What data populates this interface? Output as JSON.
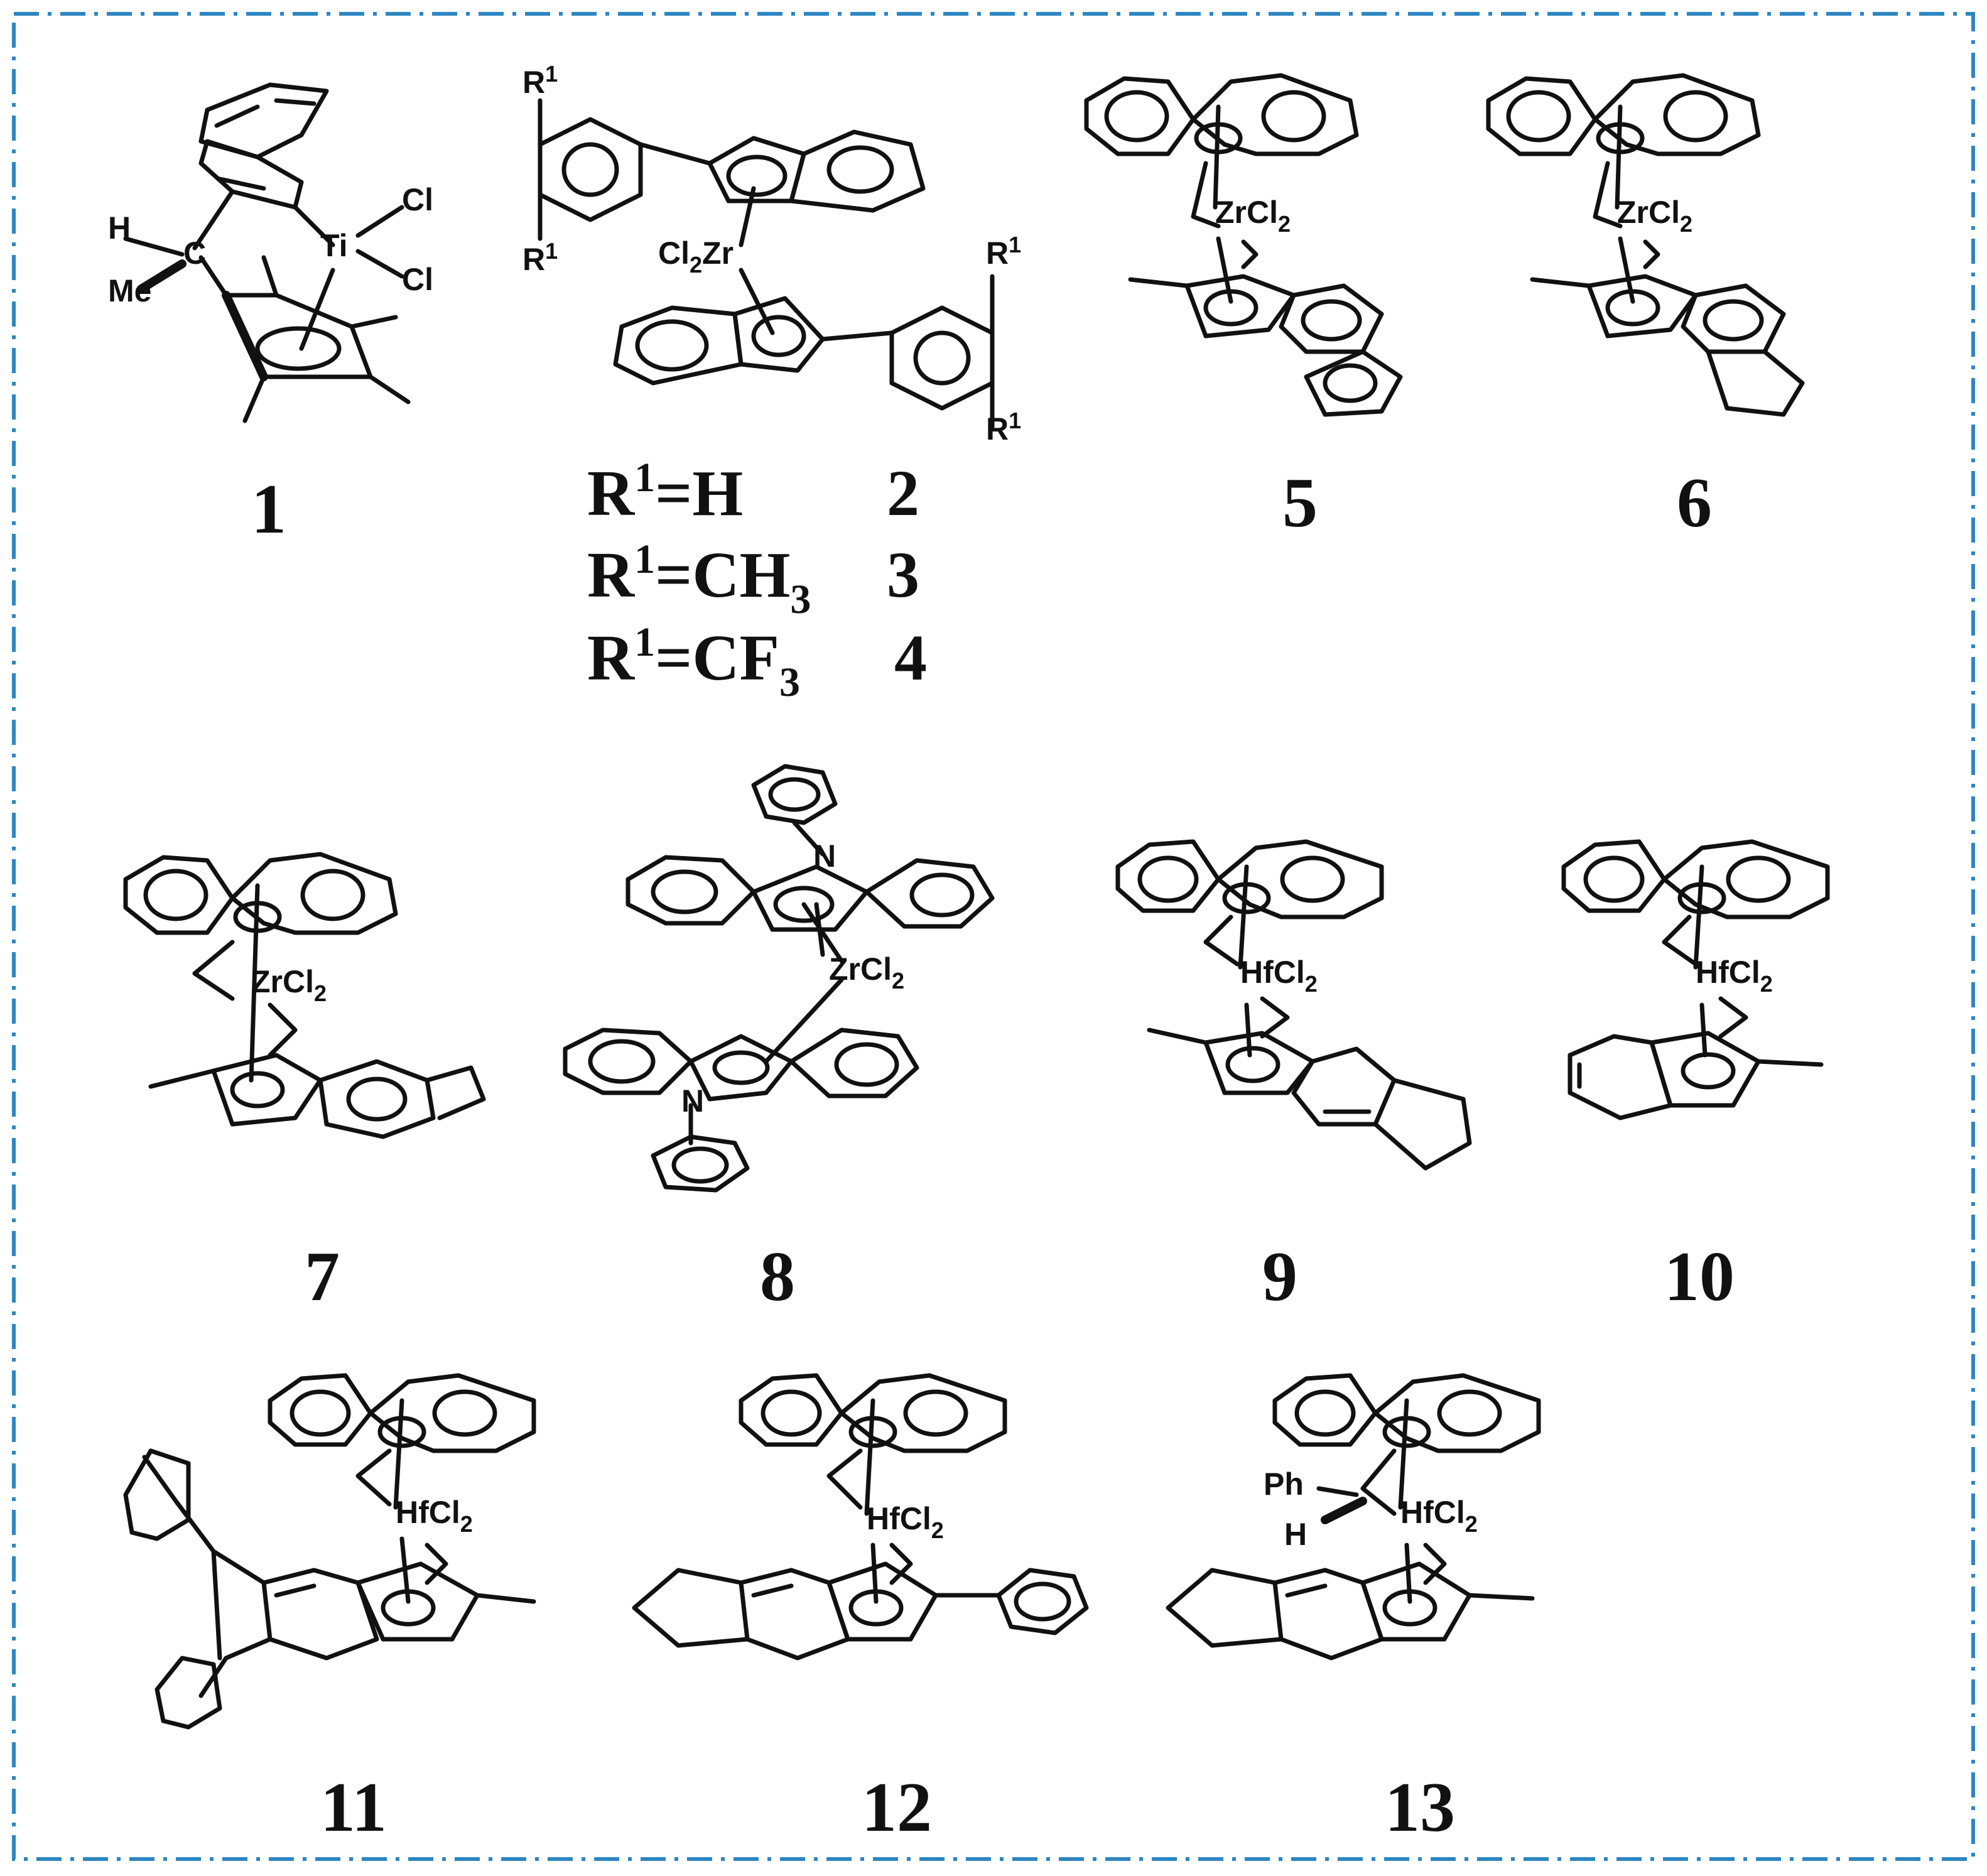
{
  "border_color": "#2e86c1",
  "compounds": [
    {
      "id": "c1",
      "number": "1",
      "metal": "Ti",
      "atoms": [
        "H",
        "C",
        "Me",
        "Ti",
        "Cl",
        "Cl"
      ]
    },
    {
      "id": "c2",
      "metal_label": "Cl2Zr",
      "substituent": "R1"
    },
    {
      "id": "c5",
      "number": "5",
      "metal_label": "ZrCl2"
    },
    {
      "id": "c6",
      "number": "6",
      "metal_label": "ZrCl2"
    },
    {
      "id": "c7",
      "number": "7",
      "metal_label": "ZrCl2"
    },
    {
      "id": "c8",
      "number": "8",
      "metal_label": "ZrCl2",
      "hetero": "N"
    },
    {
      "id": "c9",
      "number": "9",
      "metal_label": "HfCl2"
    },
    {
      "id": "c10",
      "number": "10",
      "metal_label": "HfCl2"
    },
    {
      "id": "c11",
      "number": "11",
      "metal_label": "HfCl2"
    },
    {
      "id": "c12",
      "number": "12",
      "metal_label": "HfCl2"
    },
    {
      "id": "c13",
      "number": "13",
      "metal_label": "HfCl2",
      "atoms": [
        "Ph",
        "H"
      ]
    }
  ],
  "r_table": [
    {
      "r": "R",
      "sup": "1",
      "eq": "=H",
      "sub_group": "",
      "number": "2"
    },
    {
      "r": "R",
      "sup": "1",
      "eq": "=CH",
      "sub_group": "3",
      "number": "3"
    },
    {
      "r": "R",
      "sup": "1",
      "eq": "=CF",
      "sub_group": "3",
      "number": "4"
    }
  ],
  "labels": {
    "H": "H",
    "C": "C",
    "Me": "Me",
    "Ti": "Ti",
    "Cl": "Cl",
    "R": "R",
    "one": "1",
    "two": "2",
    "N": "N",
    "Ph": "Ph",
    "Zr": "Zr",
    "Hf": "Hf",
    "ZrCl": "ZrCl",
    "HfCl": "HfCl",
    "Cl2Zr_a": "Cl",
    "Cl2Zr_b": "Zr"
  }
}
